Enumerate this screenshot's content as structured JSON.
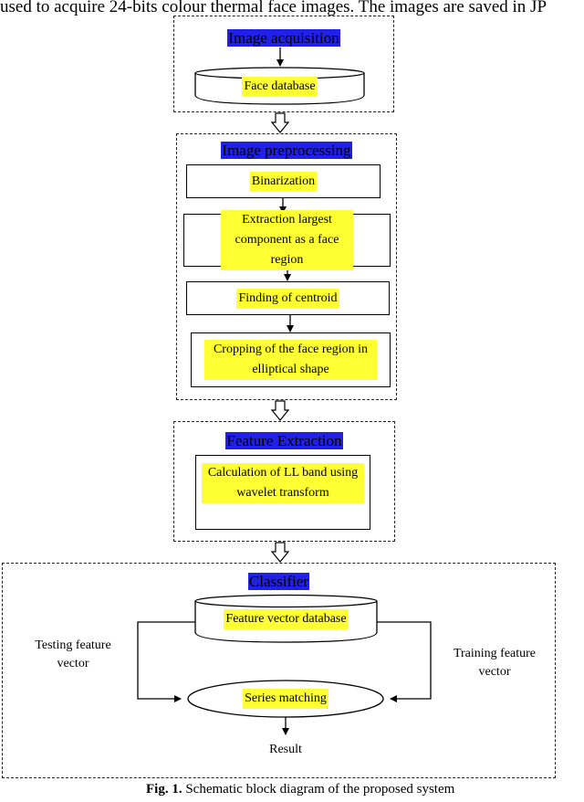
{
  "header_text": "used to acquire 24-bits colour thermal face images. The images are saved in JP",
  "stages": {
    "acquisition": {
      "title": "Image acquisition",
      "database": "Face database"
    },
    "preprocessing": {
      "title": "Image preprocessing",
      "steps": [
        "Binarization",
        "Extraction largest component as a face region",
        "Finding of centroid",
        "Cropping of the face region in elliptical shape"
      ]
    },
    "feature_extraction": {
      "title": "Feature Extraction",
      "step": "Calculation of LL band using wavelet transform"
    },
    "classifier": {
      "title": "Classifier",
      "database": "Feature vector database",
      "matching": "Series matching",
      "left_label": "Testing feature vector",
      "right_label": "Training feature vector",
      "result": "Result"
    }
  },
  "caption": {
    "label": "Fig. 1.",
    "text": "Schematic block diagram of the proposed system"
  },
  "colors": {
    "title_highlight": "#2020e6",
    "text_highlight": "#ffff33",
    "stroke": "#000000"
  }
}
